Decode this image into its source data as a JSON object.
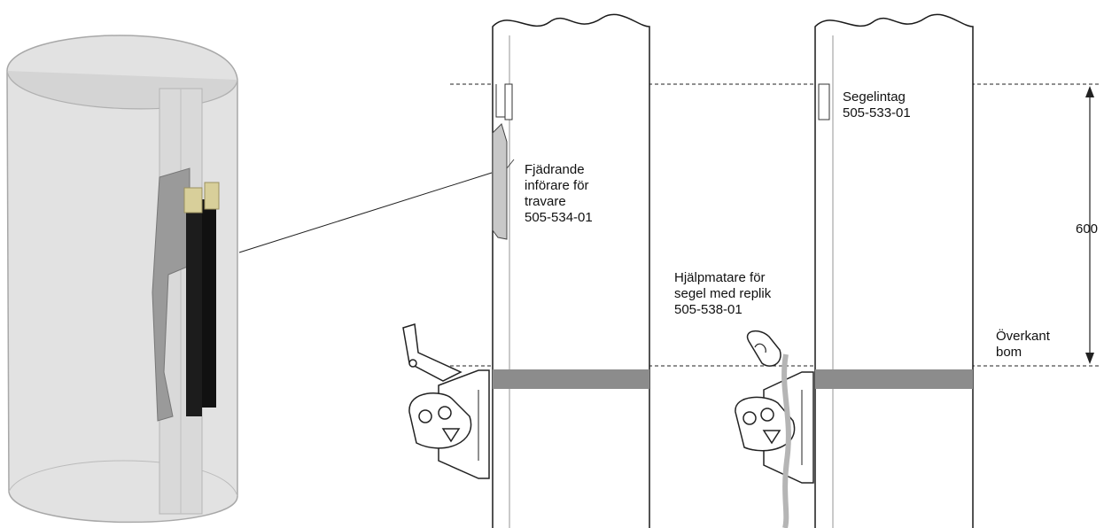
{
  "labels": {
    "spring_inserter": "Fjädrande\ninförare för\ntravare\n505-534-01",
    "sail_inlet": "Segelintag\n505-533-01",
    "feeder": "Hjälpmatare för\nsegel med replik\n505-538-01",
    "boom_top": "Överkant\nbom",
    "dimension": "600"
  },
  "colors": {
    "mast_outline": "#1a1a1a",
    "boom_band": "#8c8c8c",
    "groove": "#b8b8b8",
    "transparent_mast": "#cfcfcf",
    "slides": "#1c1c1c",
    "slide_tips": "#d8cf9a"
  }
}
